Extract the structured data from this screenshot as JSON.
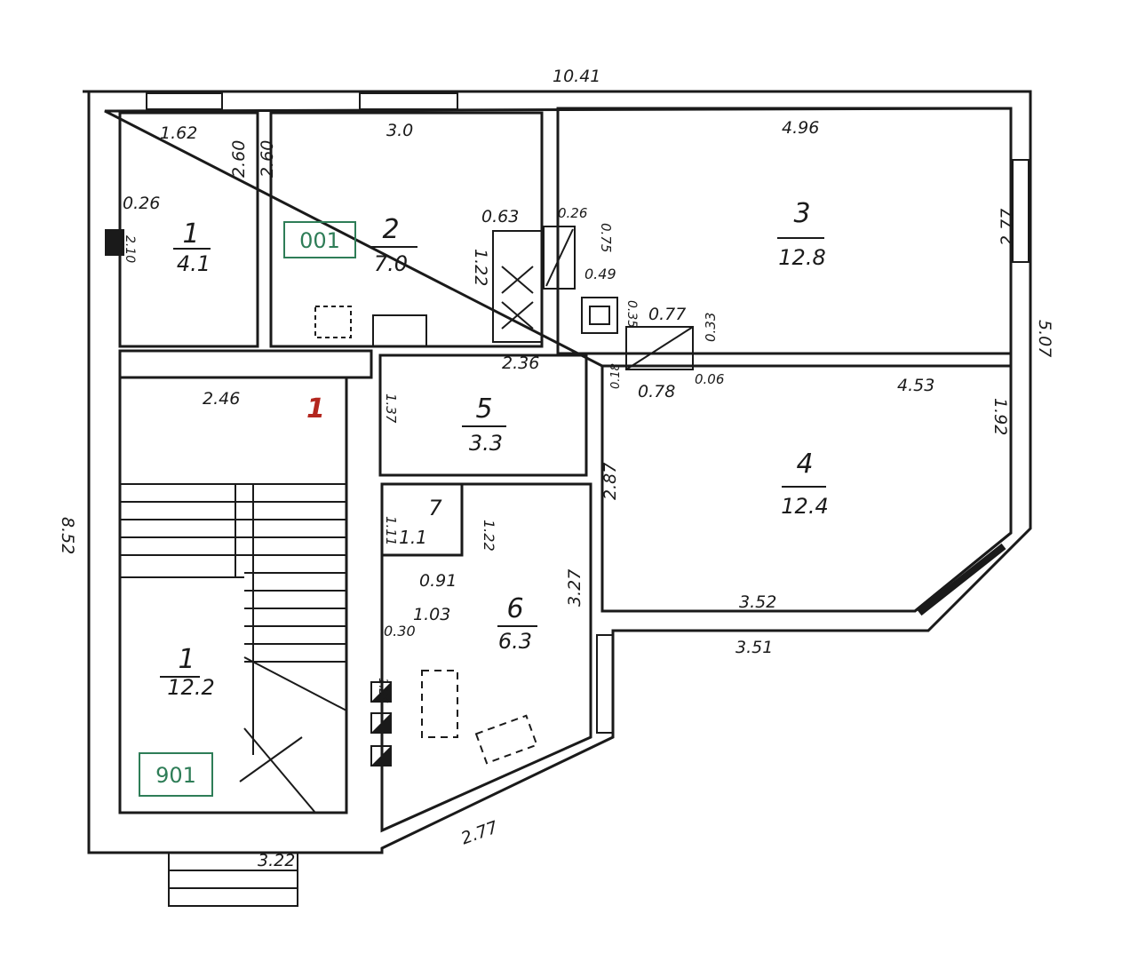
{
  "plan": {
    "overall_width": "10.41",
    "overall_height": "8.52",
    "right_depth": "5.07",
    "entrance_width": "3.22",
    "marker_red": "1",
    "tag_001": "001",
    "tag_901": "901",
    "colors": {
      "line": "#1a1a1a",
      "tag": "#2e7d57",
      "marker": "#b3261e"
    }
  },
  "rooms": [
    {
      "number": "1",
      "area": "4.1"
    },
    {
      "number": "2",
      "area": "7.0"
    },
    {
      "number": "3",
      "area": "12.8"
    },
    {
      "number": "4",
      "area": "12.4"
    },
    {
      "number": "5",
      "area": "3.3"
    },
    {
      "number": "6",
      "area": "6.3"
    },
    {
      "number": "7",
      "area": "1.1"
    },
    {
      "number": "1",
      "area": "12.2"
    }
  ],
  "dims": {
    "r1_w": "1.62",
    "r1_h": "2.60",
    "r2_h": "2.60",
    "r2_w": "3.0",
    "r3_w": "4.96",
    "niche_w": "0.26",
    "niche_h": "2.10",
    "d063": "0.63",
    "d026": "0.26",
    "d075": "0.75",
    "d122": "1.22",
    "d049": "0.49",
    "d035": "0.35",
    "d077": "0.77",
    "d033": "0.33",
    "r3_h": "2.77",
    "r5_w": "2.36",
    "d078": "0.78",
    "d006": "0.06",
    "r4_w": "4.53",
    "d018": "0.18",
    "hall_w": "2.46",
    "r5_h": "1.37",
    "r4_h": "1.92",
    "d287": "2.87",
    "r7_h": "1.11",
    "r6_dh": "1.22",
    "r7_w": "0.91",
    "r6_w": "1.03",
    "r6_h": "3.27",
    "r4_bottom_in": "3.52",
    "r4_bottom_out": "3.51",
    "d030": "0.30",
    "d126": "1.26",
    "r6_diag": "2.77"
  }
}
